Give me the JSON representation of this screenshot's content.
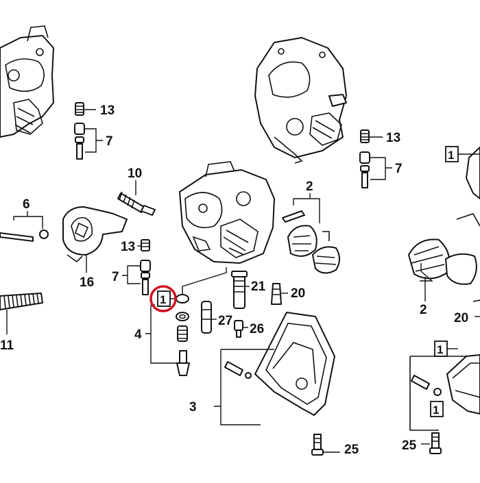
{
  "diagram": {
    "callouts": {
      "n13a": "13",
      "n7a": "7",
      "n13b": "13",
      "n7b": "7",
      "n10": "10",
      "n6": "6",
      "n16": "16",
      "n11": "11",
      "n13c": "13",
      "n7c": "7",
      "n4": "4",
      "n2a": "2",
      "n21": "21",
      "n20a": "20",
      "n27": "27",
      "n26": "26",
      "n3": "3",
      "n25a": "25",
      "n2b": "2",
      "n20b": "20",
      "n25b": "25"
    },
    "boxed_refs": {
      "b1": "1",
      "b2": "1",
      "b3": "1",
      "b4": "1"
    },
    "highlight": {
      "color": "#d01020",
      "target": "1"
    }
  }
}
